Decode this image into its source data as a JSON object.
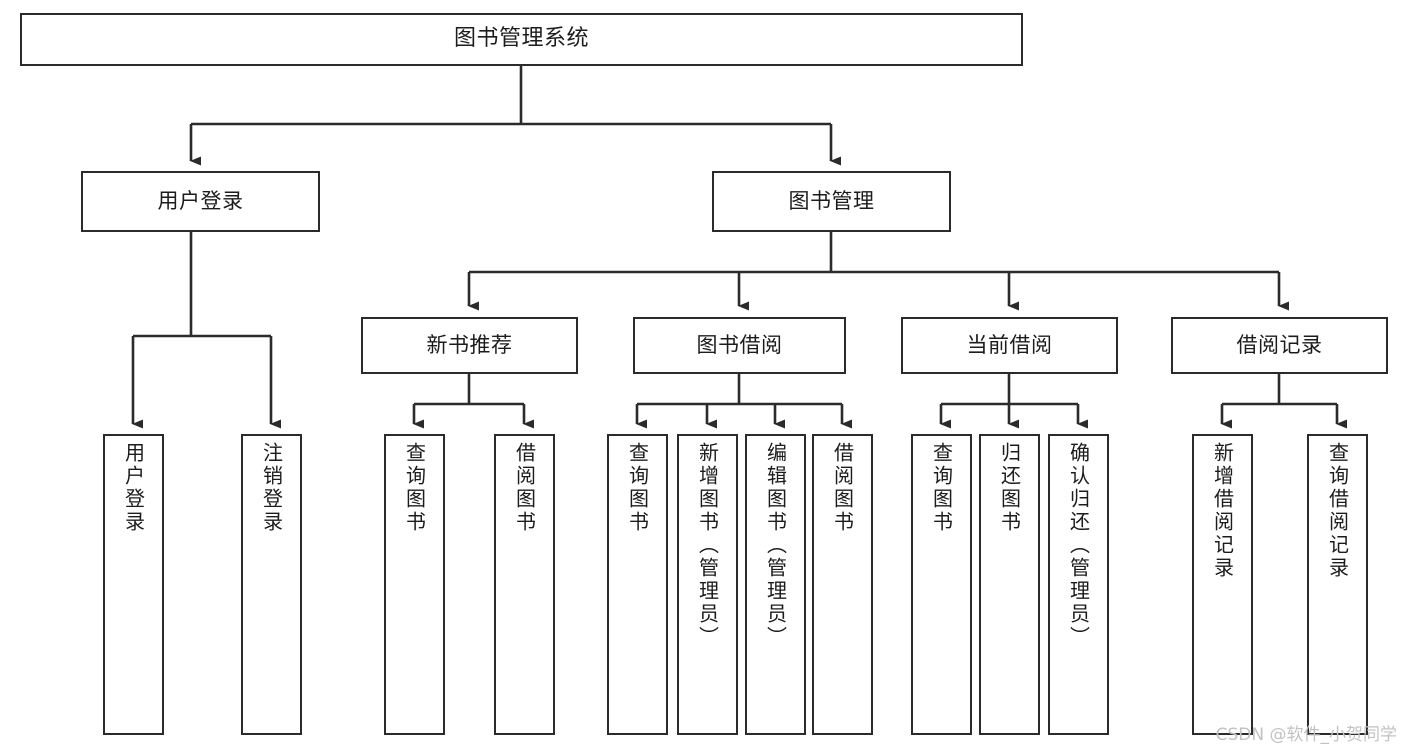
{
  "diagram": {
    "title": "图书管理系统",
    "type": "tree-hierarchy",
    "colors": {
      "border": "#2b2b2b",
      "background": "#ffffff",
      "text": "#1c1c1c",
      "watermark": "#c2c2c2"
    },
    "watermark": "CSDN @软件_小贺同学",
    "nodes": {
      "root": {
        "label": "图书管理系统"
      },
      "level2": [
        {
          "label": "用户登录"
        },
        {
          "label": "图书管理"
        }
      ],
      "level3": [
        {
          "label": "新书推荐"
        },
        {
          "label": "图书借阅"
        },
        {
          "label": "当前借阅"
        },
        {
          "label": "借阅记录"
        }
      ],
      "leaves_user_login": [
        {
          "label": "用户登录"
        },
        {
          "label": "注销登录"
        }
      ],
      "leaves_new_book": [
        {
          "label": "查询图书"
        },
        {
          "label": "借阅图书"
        }
      ],
      "leaves_borrow": [
        {
          "label": "查询图书"
        },
        {
          "label": "新增图书（管理员）"
        },
        {
          "label": "编辑图书（管理员）"
        },
        {
          "label": "借阅图书"
        }
      ],
      "leaves_current": [
        {
          "label": "查询图书"
        },
        {
          "label": "归还图书"
        },
        {
          "label": "确认归还（管理员）"
        }
      ],
      "leaves_records": [
        {
          "label": "新增借阅记录"
        },
        {
          "label": "查询借阅记录"
        }
      ]
    }
  }
}
